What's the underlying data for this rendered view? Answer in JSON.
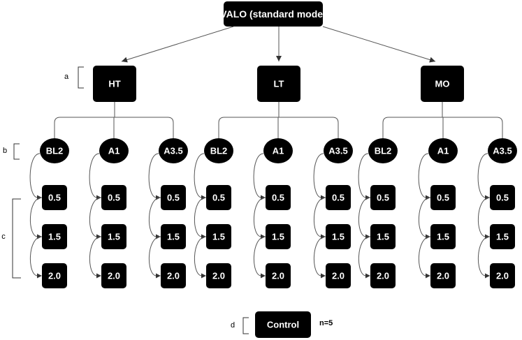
{
  "root": {
    "label": "VALO (standard mode)"
  },
  "modes": [
    {
      "label": "HT",
      "groups": [
        {
          "label": "BL2",
          "times": [
            "0.5",
            "1.5",
            "2.0"
          ]
        },
        {
          "label": "A1",
          "times": [
            "0.5",
            "1.5",
            "2.0"
          ]
        },
        {
          "label": "A3.5",
          "times": [
            "0.5",
            "1.5",
            "2.0"
          ]
        }
      ]
    },
    {
      "label": "LT",
      "groups": [
        {
          "label": "BL2",
          "times": [
            "0.5",
            "1.5",
            "2.0"
          ]
        },
        {
          "label": "A1",
          "times": [
            "0.5",
            "1.5",
            "2.0"
          ]
        },
        {
          "label": "A3.5",
          "times": [
            "0.5",
            "1.5",
            "2.0"
          ]
        }
      ]
    },
    {
      "label": "MO",
      "groups": [
        {
          "label": "BL2",
          "times": [
            "0.5",
            "1.5",
            "2.0"
          ]
        },
        {
          "label": "A1",
          "times": [
            "0.5",
            "1.5",
            "2.0"
          ]
        },
        {
          "label": "A3.5",
          "times": [
            "0.5",
            "1.5",
            "2.0"
          ]
        }
      ]
    }
  ],
  "side_labels": {
    "a": "a",
    "b": "b",
    "c": "c",
    "d": "d"
  },
  "control": {
    "label": "Control",
    "note": "n=5"
  },
  "colors": {
    "node_fill": "#000000",
    "node_text": "#ffffff",
    "line": "#555555"
  }
}
